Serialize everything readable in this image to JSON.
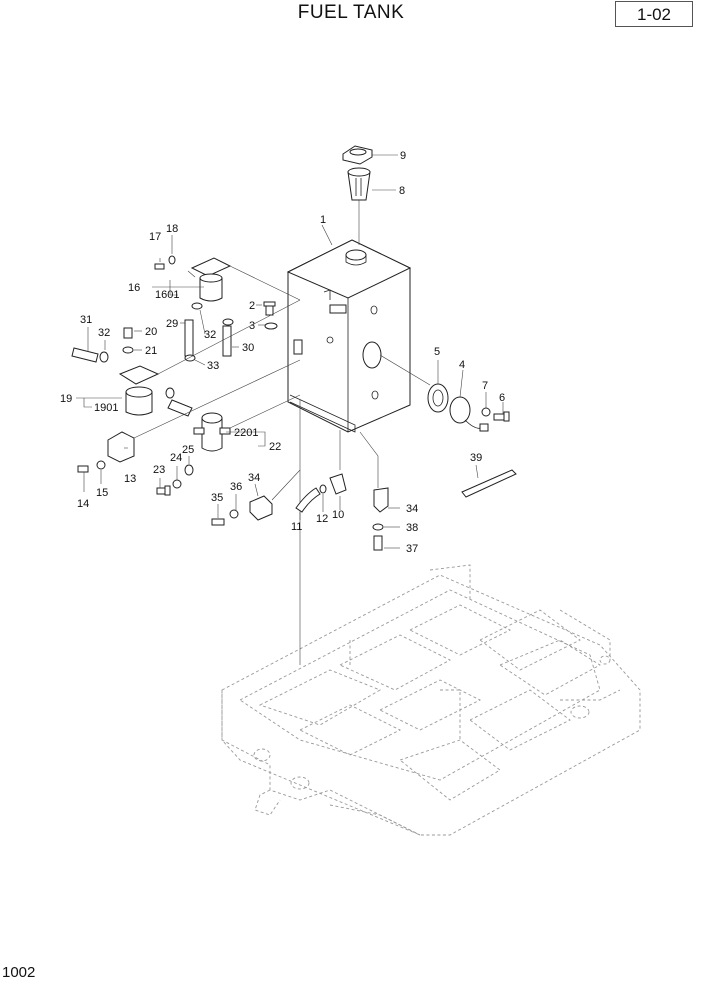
{
  "header": {
    "title": "FUEL TANK",
    "page_ref": "1-02"
  },
  "footer": {
    "figure_no": "1002"
  },
  "callouts": {
    "c1": "1",
    "c2": "2",
    "c3": "3",
    "c4": "4",
    "c5": "5",
    "c6": "6",
    "c7": "7",
    "c8": "8",
    "c9": "9",
    "c10": "10",
    "c11": "11",
    "c12": "12",
    "c13": "13",
    "c14": "14",
    "c15": "15",
    "c16": "16",
    "c1601": "1601",
    "c17": "17",
    "c18": "18",
    "c19": "19",
    "c1901": "1901",
    "c20": "20",
    "c21": "21",
    "c22": "22",
    "c2201": "2201",
    "c23": "23",
    "c24": "24",
    "c25": "25",
    "c29": "29",
    "c30": "30",
    "c31": "31",
    "c32a": "32",
    "c32b": "32",
    "c33": "33",
    "c34a": "34",
    "c34b": "34",
    "c35": "35",
    "c36": "36",
    "c37": "37",
    "c38": "38",
    "c39": "39"
  }
}
